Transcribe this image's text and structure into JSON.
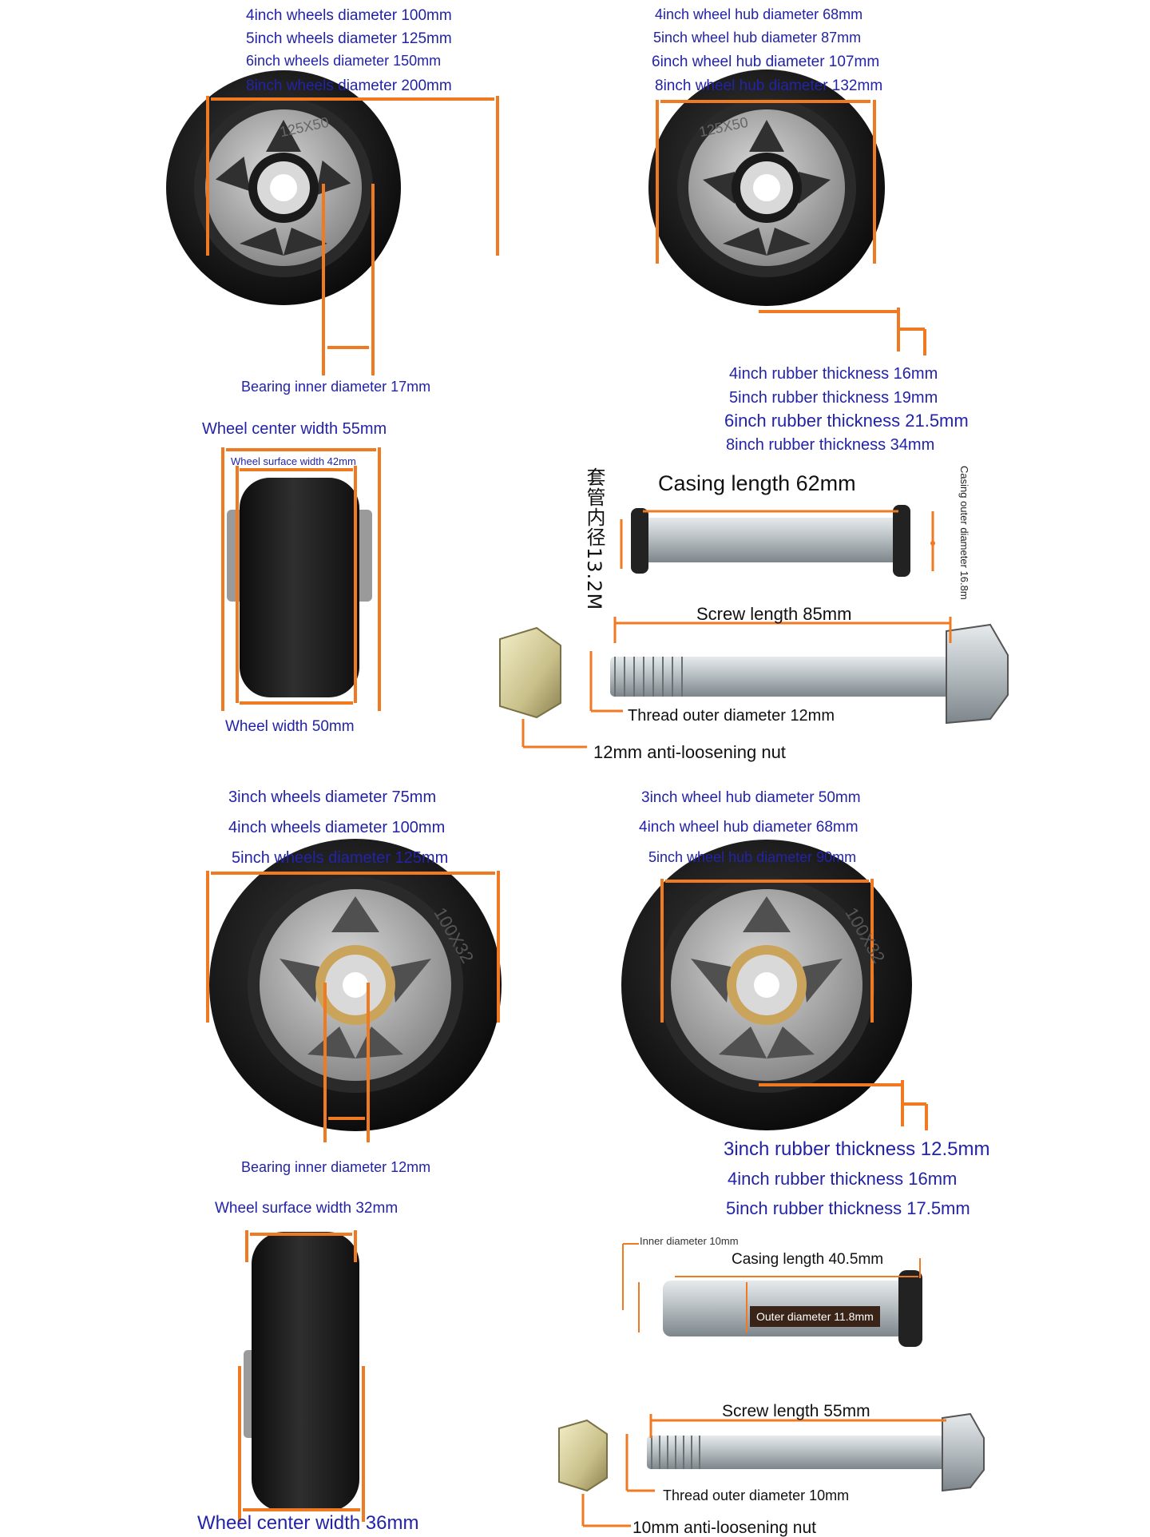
{
  "colors": {
    "label_blue": "#2323a8",
    "label_dark": "#111111",
    "arrow_orange": "#f07a22",
    "rubber": "#1a1a1a",
    "hub_metal": "#a8a8a8",
    "zinc_steel": "#c8ccce"
  },
  "top_left": {
    "diameters": [
      "4inch wheels diameter 100mm",
      "5inch wheels diameter 125mm",
      "6inch wheels diameter 150mm",
      "8inch wheels diameter 200mm"
    ],
    "marking": "125X50",
    "bearing": "Bearing inner diameter 17mm"
  },
  "top_right": {
    "hubs": [
      "4inch wheel hub diameter 68mm",
      "5inch wheel hub diameter 87mm",
      "6inch wheel hub diameter 107mm",
      "8inch wheel hub diameter 132mm"
    ],
    "marking": "125X50",
    "rubber": [
      "4inch rubber thickness 16mm",
      "5inch rubber thickness 19mm",
      "6inch rubber thickness 21.5mm",
      "8inch rubber thickness 34mm"
    ]
  },
  "side_a": {
    "center_width": "Wheel center width 55mm",
    "surface_width": "Wheel surface width 42mm",
    "wheel_width": "Wheel width 50mm"
  },
  "casing_a": {
    "inner_cn": "套管内径13.2M",
    "length": "Casing length 62mm",
    "outer": "Casing outer diameter 16.8m"
  },
  "screw_a": {
    "length": "Screw length 85mm",
    "thread": "Thread outer diameter 12mm",
    "nut": "12mm anti-loosening nut"
  },
  "mid_left": {
    "diameters": [
      "3inch wheels diameter 75mm",
      "4inch wheels diameter 100mm",
      "5inch wheels diameter 125mm"
    ],
    "marking": "100X32",
    "bearing": "Bearing inner diameter 12mm"
  },
  "mid_right": {
    "hubs": [
      "3inch wheel hub diameter 50mm",
      "4inch wheel hub diameter 68mm",
      "5inch wheel hub diameter 90mm"
    ],
    "marking": "100X32",
    "rubber": [
      "3inch rubber thickness 12.5mm",
      "4inch rubber thickness 16mm",
      "5inch rubber thickness 17.5mm"
    ]
  },
  "side_b": {
    "surface_width": "Wheel surface width 32mm",
    "center_width": "Wheel center width 36mm"
  },
  "casing_b": {
    "inner": "Inner diameter 10mm",
    "length": "Casing length 40.5mm",
    "outer": "Outer diameter 11.8mm"
  },
  "screw_b": {
    "length": "Screw length 55mm",
    "thread": "Thread outer diameter 10mm",
    "nut": "10mm anti-loosening nut"
  }
}
